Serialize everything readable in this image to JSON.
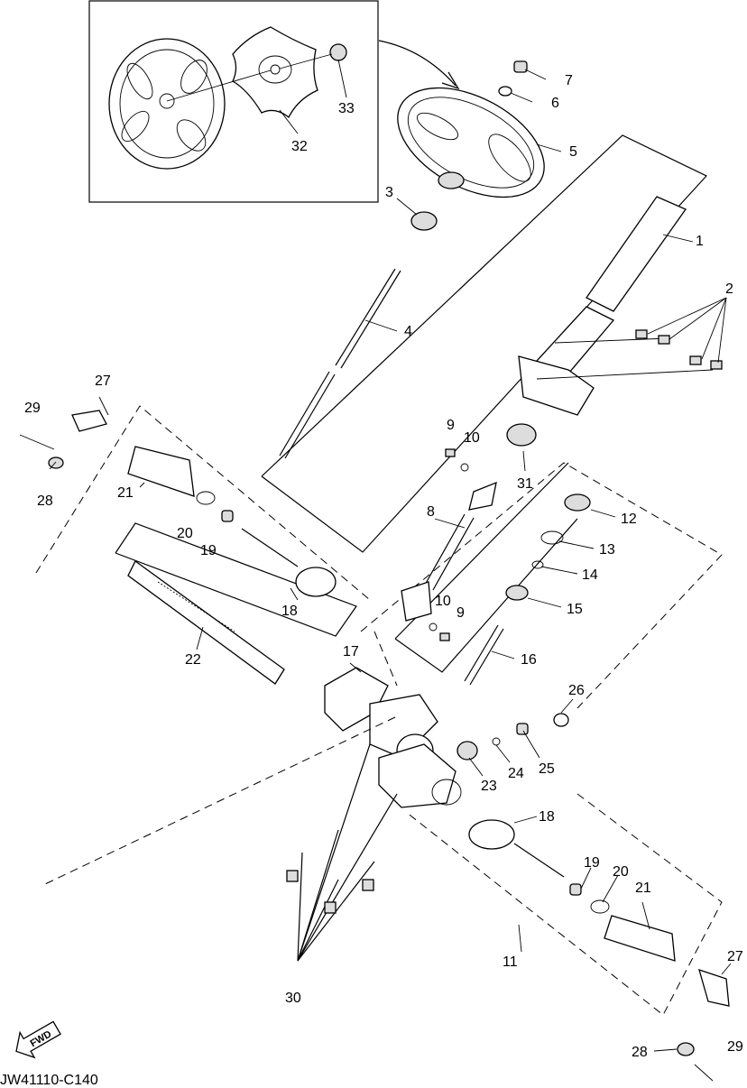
{
  "diagram": {
    "code": "JW41110-C140",
    "fwd_label": "FWD",
    "callouts": [
      {
        "id": "c1",
        "text": "1"
      },
      {
        "id": "c2",
        "text": "2"
      },
      {
        "id": "c3",
        "text": "3"
      },
      {
        "id": "c4",
        "text": "4"
      },
      {
        "id": "c5",
        "text": "5"
      },
      {
        "id": "c6",
        "text": "6"
      },
      {
        "id": "c7",
        "text": "7"
      },
      {
        "id": "c8",
        "text": "8"
      },
      {
        "id": "c9a",
        "text": "9"
      },
      {
        "id": "c9b",
        "text": "9"
      },
      {
        "id": "c10a",
        "text": "10"
      },
      {
        "id": "c10b",
        "text": "10"
      },
      {
        "id": "c11",
        "text": "11"
      },
      {
        "id": "c12",
        "text": "12"
      },
      {
        "id": "c13",
        "text": "13"
      },
      {
        "id": "c14",
        "text": "14"
      },
      {
        "id": "c15",
        "text": "15"
      },
      {
        "id": "c16",
        "text": "16"
      },
      {
        "id": "c17",
        "text": "17"
      },
      {
        "id": "c18a",
        "text": "18"
      },
      {
        "id": "c18b",
        "text": "18"
      },
      {
        "id": "c19a",
        "text": "19"
      },
      {
        "id": "c19b",
        "text": "19"
      },
      {
        "id": "c20a",
        "text": "20"
      },
      {
        "id": "c20b",
        "text": "20"
      },
      {
        "id": "c21a",
        "text": "21"
      },
      {
        "id": "c21b",
        "text": "21"
      },
      {
        "id": "c22",
        "text": "22"
      },
      {
        "id": "c23",
        "text": "23"
      },
      {
        "id": "c24",
        "text": "24"
      },
      {
        "id": "c25",
        "text": "25"
      },
      {
        "id": "c26",
        "text": "26"
      },
      {
        "id": "c27a",
        "text": "27"
      },
      {
        "id": "c27b",
        "text": "27"
      },
      {
        "id": "c28a",
        "text": "28"
      },
      {
        "id": "c28b",
        "text": "28"
      },
      {
        "id": "c29a",
        "text": "29"
      },
      {
        "id": "c29b",
        "text": "29"
      },
      {
        "id": "c30",
        "text": "30"
      },
      {
        "id": "c31",
        "text": "31"
      },
      {
        "id": "c32",
        "text": "32"
      },
      {
        "id": "c33",
        "text": "33"
      }
    ]
  }
}
